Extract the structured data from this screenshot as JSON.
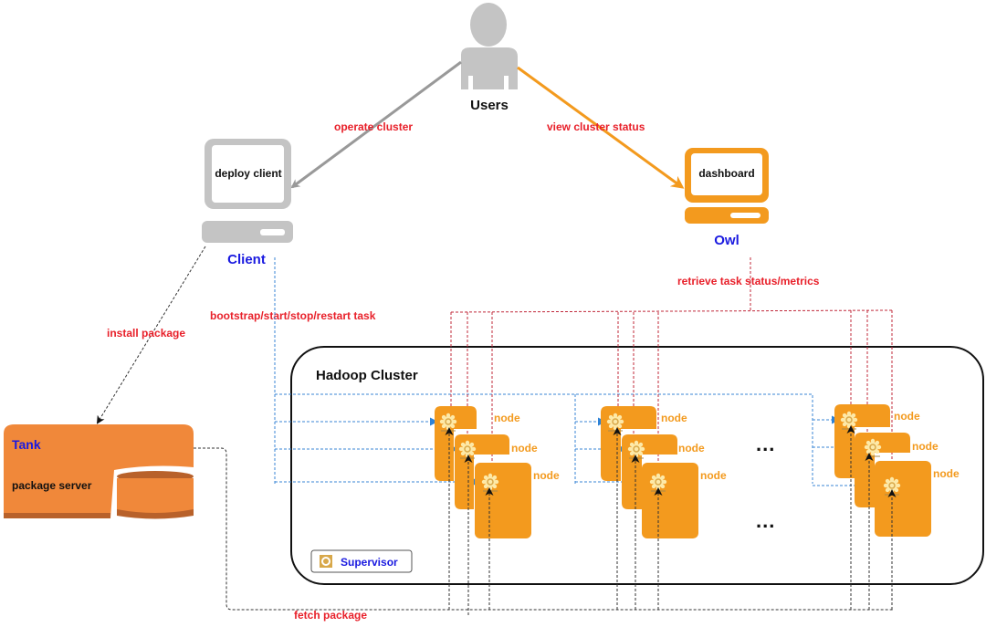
{
  "users": {
    "label": "Users"
  },
  "client": {
    "screen_label": "deploy client",
    "name": "Client"
  },
  "owl": {
    "screen_label": "dashboard",
    "name": "Owl"
  },
  "tank": {
    "name": "Tank",
    "subtitle": "package server"
  },
  "cluster": {
    "title": "Hadoop Cluster",
    "node_label": "node",
    "ellipsis": "...",
    "legend_label": "Supervisor"
  },
  "edges": {
    "operate_cluster": "operate cluster",
    "view_cluster_status": "view cluster status",
    "install_package": "install package",
    "bootstrap": "bootstrap/start/stop/restart task",
    "retrieve": "retrieve task status/metrics",
    "fetch_package": "fetch package"
  },
  "colors": {
    "gray": "#c4c4c4",
    "orange": "#f39a1e",
    "tank_orange": "#f0883a",
    "red_label": "#e8202a",
    "blue_label": "#1a1ae0",
    "blue_dash": "#3a86d6",
    "red_dash": "#c0283a"
  },
  "node_groups": 3,
  "nodes_per_group": 3
}
